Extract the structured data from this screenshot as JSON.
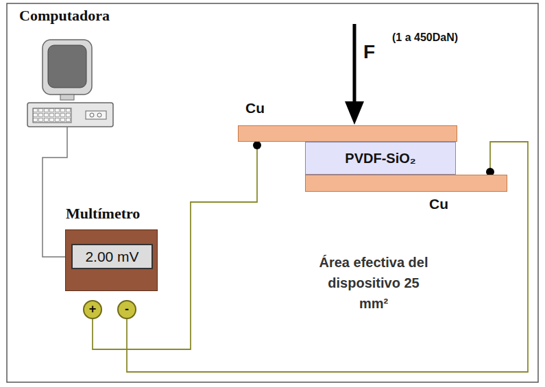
{
  "diagram": {
    "nodes": [
      {
        "text": [
          "Cu"
        ]
      },
      {
        "text": [
          "PVDF-SiO₂"
        ]
      },
      {
        "text": [
          "Cu"
        ]
      },
      {
        "text": [
          "Multímetro"
        ]
      },
      {
        "text": [
          "2.00 mV"
        ],
        "in": 3
      },
      {
        "text": [
          "+"
        ]
      },
      {
        "text": [
          "-"
        ]
      }
    ],
    "edges": [
      {
        "from": 5,
        "to": 0,
        "arrow": "none"
      },
      {
        "from": 6,
        "to": 2,
        "arrow": "none"
      }
    ],
    "labels": [
      "Computadora",
      "F",
      "(1 a 450DaN)",
      "Área efectiva del dispositivo 25 mm²"
    ]
  }
}
